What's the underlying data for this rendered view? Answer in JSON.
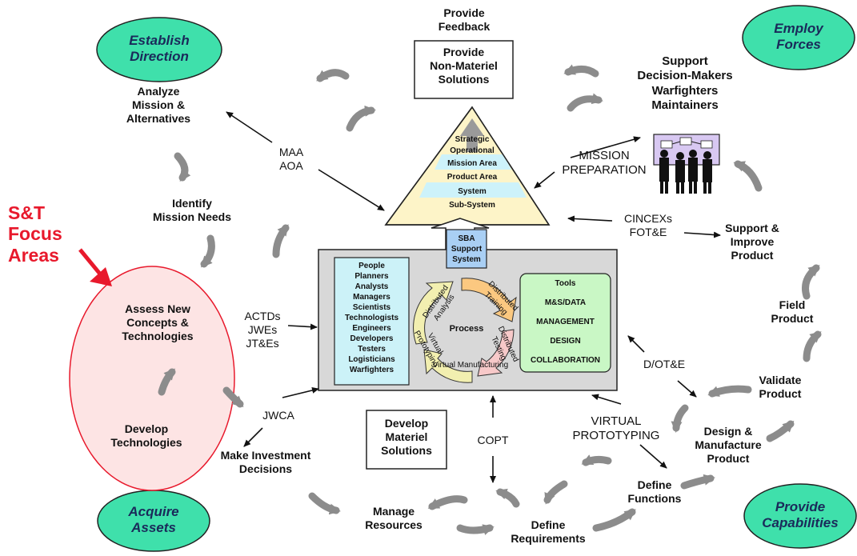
{
  "ovals": {
    "establish": "Establish\nDirection",
    "employ": "Employ\nForces",
    "acquire": "Acquire\nAssets",
    "provide": "Provide\nCapabilities"
  },
  "st_focus": "S&T\nFocus\nAreas",
  "boxes": {
    "non_materiel": "Provide\nNon-Materiel\nSolutions",
    "materiel": "Develop\nMateriel\nSolutions"
  },
  "labels": {
    "provide_feedback": "Provide\nFeedback",
    "support_decision": "Support\nDecision-Makers\nWarfighters\nMaintainers",
    "analyze_mission": "Analyze\nMission &\nAlternatives",
    "identify_needs": "Identify\nMission Needs",
    "maa_aoa": "MAA\nAOA",
    "mission_prep": "MISSION\nPREPARATION",
    "cincexs": "CINCEXs\nFOT&E",
    "support_improve": "Support &\nImprove\nProduct",
    "field_product": "Field\nProduct",
    "validate_product": "Validate\nProduct",
    "assess_new": "Assess New\nConcepts &\nTechnologies",
    "actds": "ACTDs\nJWEs\nJT&Es",
    "develop_tech": "Develop\nTechnologies",
    "jwca": "JWCA",
    "make_investment": "Make Investment\nDecisions",
    "copt": "COPT",
    "virtual_proto": "VIRTUAL\nPROTOTYPING",
    "design_manufacture": "Design &\nManufacture\nProduct",
    "dot_e": "D/OT&E",
    "define_functions": "Define\nFunctions",
    "manage_resources": "Manage\nResources",
    "define_requirements": "Define\nRequirements"
  },
  "pyramid_levels": [
    "Strategic",
    "Operational",
    "Mission Area",
    "Product Area",
    "System",
    "Sub-System"
  ],
  "sba_support": "SBA\nSupport\nSystem",
  "people_list": [
    "People",
    "Planners",
    "Analysts",
    "Managers",
    "Scientists",
    "Technologists",
    "Engineers",
    "Developers",
    "Testers",
    "Logisticians",
    "Warfighters"
  ],
  "tools_list": [
    "Tools",
    "M&S/DATA",
    "MANAGEMENT",
    "DESIGN",
    "COLLABORATION"
  ],
  "process_cycle": {
    "center": "Process",
    "segments": [
      "Distributed Training",
      "Distributed Testing",
      "Virtual Manufacturing",
      "Virtual Prototyping",
      "Distributed Analysis"
    ]
  },
  "colors": {
    "oval_fill": "#3fe0ab",
    "st_red": "#e8192c",
    "st_oval_fill": "#fde4e4",
    "gray_arrow": "#8c8c8c",
    "sba_box": "#d8d8d8",
    "people_fill": "#ccf2f8",
    "tools_fill": "#c9f7c5",
    "pyramid_yellow": "#fdf4c8",
    "pyramid_cyan": "#cdf2fa"
  }
}
